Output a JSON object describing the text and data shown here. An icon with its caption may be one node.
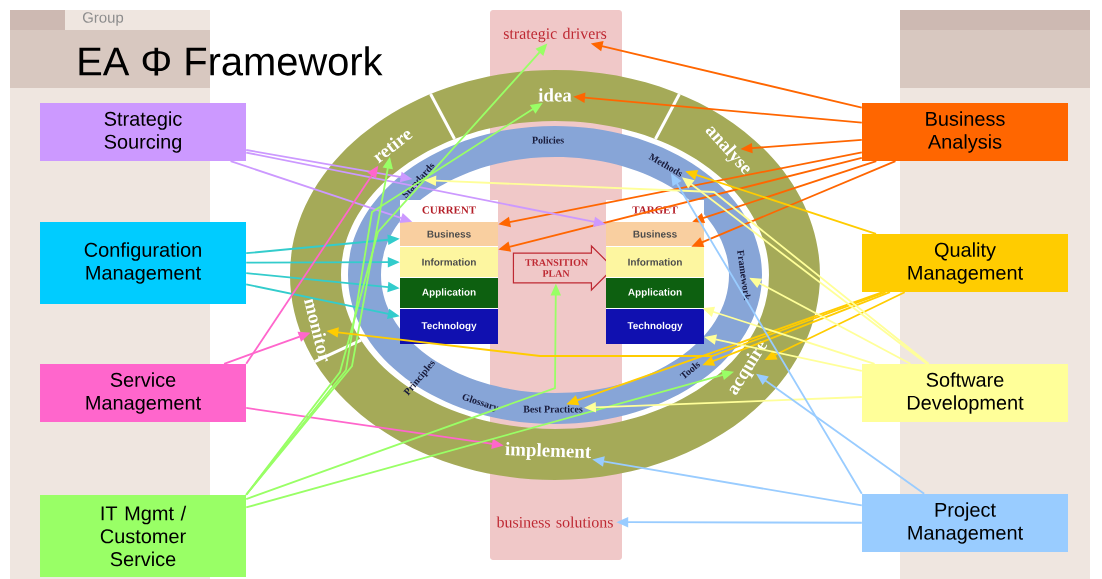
{
  "diagram": {
    "title": "EA Φ Framework",
    "nodes": [
      {
        "text": [
          "strategic drivers"
        ]
      },
      {
        "text": [
          "idea"
        ]
      },
      {
        "text": [
          "retire"
        ]
      },
      {
        "text": [
          "analyse"
        ]
      },
      {
        "text": [
          "monitor"
        ]
      },
      {
        "text": [
          "acquire"
        ]
      },
      {
        "text": [
          "implement"
        ]
      },
      {
        "text": [
          "business solutions"
        ]
      },
      {
        "text": [
          "Policies"
        ]
      },
      {
        "text": [
          "Standards"
        ]
      },
      {
        "text": [
          "Methods"
        ]
      },
      {
        "text": [
          "Principles"
        ]
      },
      {
        "text": [
          "Framework"
        ]
      },
      {
        "text": [
          "Glossary"
        ]
      },
      {
        "text": [
          "Tools"
        ]
      },
      {
        "text": [
          "Best Practices"
        ]
      },
      {
        "text": [
          "CURRENT"
        ]
      },
      {
        "text": [
          "Business"
        ],
        "in": 16
      },
      {
        "text": [
          "Information"
        ],
        "in": 16
      },
      {
        "text": [
          "Application"
        ],
        "in": 16
      },
      {
        "text": [
          "Technology"
        ],
        "in": 16
      },
      {
        "text": [
          "TRANSITION PLAN"
        ]
      },
      {
        "text": [
          "TARGET"
        ]
      },
      {
        "text": [
          "Business"
        ],
        "in": 22
      },
      {
        "text": [
          "Information"
        ],
        "in": 22
      },
      {
        "text": [
          "Application"
        ],
        "in": 22
      },
      {
        "text": [
          "Technology"
        ],
        "in": 22
      },
      {
        "text": [
          "Strategic Sourcing"
        ]
      },
      {
        "text": [
          "Configuration Management"
        ]
      },
      {
        "text": [
          "Service Management"
        ]
      },
      {
        "text": [
          "IT Mgmt / Customer Service"
        ]
      },
      {
        "text": [
          "Business Analysis"
        ]
      },
      {
        "text": [
          "Quality Management"
        ]
      },
      {
        "text": [
          "Software Development"
        ]
      },
      {
        "text": [
          "Project Management"
        ]
      }
    ],
    "edges": [
      {
        "from": 31,
        "to": 0,
        "arrow": "to",
        "color": "#ff6600"
      },
      {
        "from": 31,
        "to": 1,
        "arrow": "to",
        "color": "#ff6600"
      },
      {
        "from": 31,
        "to": 17,
        "arrow": "to",
        "color": "#ff6600"
      },
      {
        "from": 31,
        "to": 18,
        "arrow": "to",
        "color": "#ff6600"
      },
      {
        "from": 31,
        "to": 23,
        "arrow": "to",
        "color": "#ff6600"
      },
      {
        "from": 31,
        "to": 24,
        "arrow": "to",
        "color": "#ff6600"
      },
      {
        "from": 31,
        "to": 3,
        "arrow": "to",
        "color": "#ff6600"
      },
      {
        "from": 27,
        "to": 9,
        "arrow": "to",
        "color": "#cc99ff"
      },
      {
        "from": 27,
        "to": 17,
        "arrow": "to",
        "color": "#cc99ff"
      },
      {
        "from": 27,
        "to": 23,
        "arrow": "to",
        "color": "#cc99ff"
      },
      {
        "from": 28,
        "to": 17,
        "arrow": "to",
        "color": "#33cccc"
      },
      {
        "from": 28,
        "to": 18,
        "arrow": "to",
        "color": "#33cccc"
      },
      {
        "from": 28,
        "to": 19,
        "arrow": "to",
        "color": "#33cccc"
      },
      {
        "from": 28,
        "to": 20,
        "arrow": "to",
        "color": "#33cccc"
      },
      {
        "from": 29,
        "to": 2,
        "arrow": "to",
        "color": "#ff66cc"
      },
      {
        "from": 29,
        "to": 4,
        "arrow": "to",
        "color": "#ff66cc"
      },
      {
        "from": 29,
        "to": 6,
        "arrow": "to",
        "color": "#ff66cc"
      },
      {
        "from": 30,
        "to": 0,
        "arrow": "to",
        "color": "#99ff66"
      },
      {
        "from": 30,
        "to": 1,
        "arrow": "to",
        "color": "#99ff66"
      },
      {
        "from": 30,
        "to": 2,
        "arrow": "to",
        "color": "#99ff66"
      },
      {
        "from": 30,
        "to": 21,
        "arrow": "to",
        "color": "#99ff66"
      },
      {
        "from": 30,
        "to": 5,
        "arrow": "to",
        "color": "#99ff66"
      },
      {
        "from": 32,
        "to": 10,
        "arrow": "to",
        "color": "#ffcc00"
      },
      {
        "from": 32,
        "to": 4,
        "arrow": "to",
        "color": "#ffcc00"
      },
      {
        "from": 32,
        "to": 15,
        "arrow": "to",
        "color": "#ffcc00"
      },
      {
        "from": 32,
        "to": 14,
        "arrow": "to",
        "color": "#ffcc00"
      },
      {
        "from": 32,
        "to": 5,
        "arrow": "to",
        "color": "#ffcc00"
      },
      {
        "from": 33,
        "to": 9,
        "arrow": "to",
        "color": "#ffff99"
      },
      {
        "from": 33,
        "to": 10,
        "arrow": "to",
        "color": "#ffff99"
      },
      {
        "from": 33,
        "to": 12,
        "arrow": "to",
        "color": "#ffff99"
      },
      {
        "from": 33,
        "to": 25,
        "arrow": "to",
        "color": "#ffff99"
      },
      {
        "from": 33,
        "to": 26,
        "arrow": "to",
        "color": "#ffff99"
      },
      {
        "from": 33,
        "to": 15,
        "arrow": "to",
        "color": "#ffff99"
      },
      {
        "from": 34,
        "to": 10,
        "arrow": "to",
        "color": "#99ccff"
      },
      {
        "from": 34,
        "to": 5,
        "arrow": "to",
        "color": "#99ccff"
      },
      {
        "from": 34,
        "to": 6,
        "arrow": "to",
        "color": "#99ccff"
      },
      {
        "from": 34,
        "to": 7,
        "arrow": "to",
        "color": "#99ccff"
      }
    ],
    "labels": [
      "Group"
    ]
  }
}
